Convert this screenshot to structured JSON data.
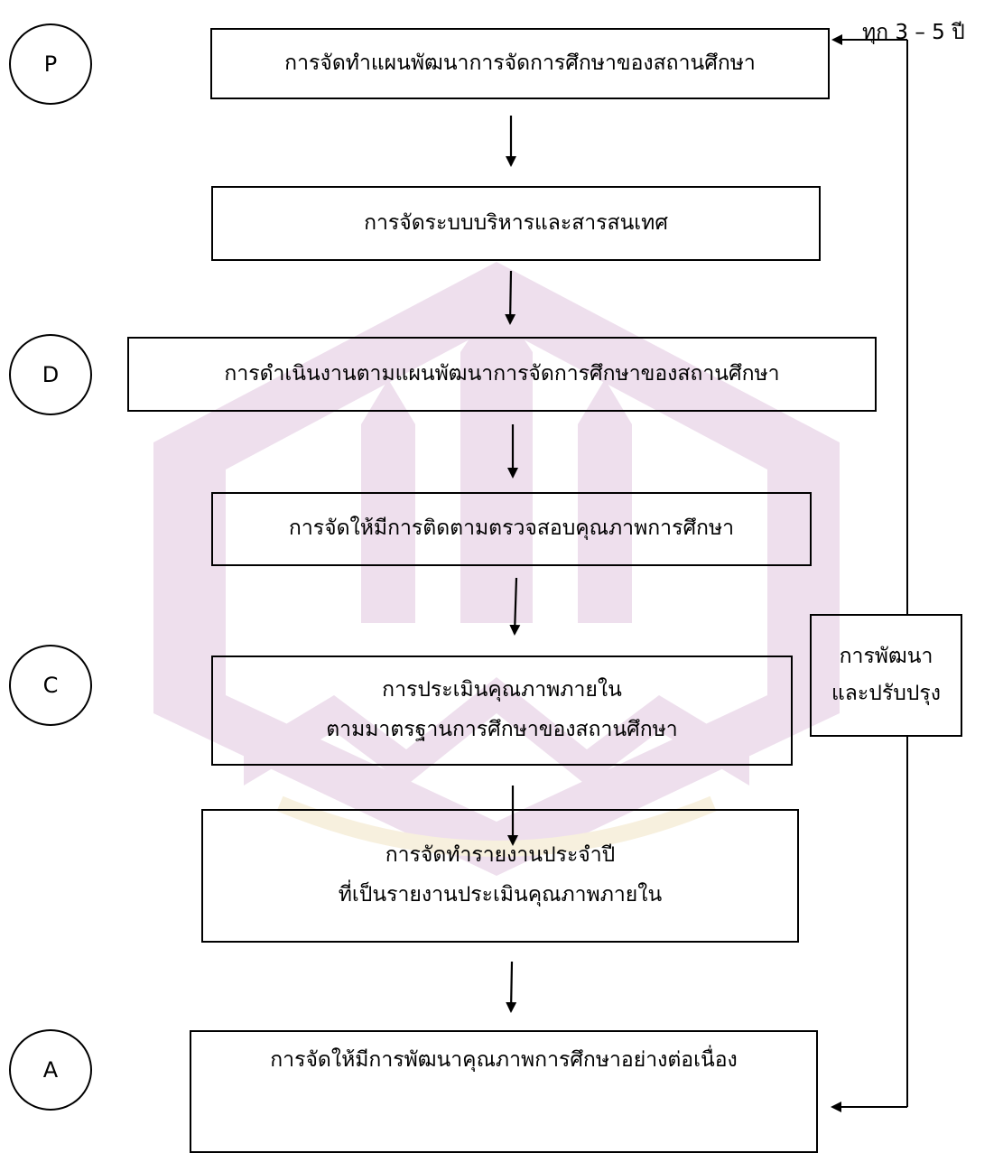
{
  "phases": [
    "P",
    "D",
    "C",
    "A"
  ],
  "boxes": [
    {
      "lines": [
        "การจัดทำแผนพัฒนาการจัดการศึกษาของสถานศึกษา"
      ]
    },
    {
      "lines": [
        "การจัดระบบบริหารและสารสนเทศ"
      ]
    },
    {
      "lines": [
        "การดำเนินงานตามแผนพัฒนาการจัดการศึกษาของสถานศึกษา"
      ]
    },
    {
      "lines": [
        "การจัดให้มีการติดตามตรวจสอบคุณภาพการศึกษา"
      ]
    },
    {
      "lines": [
        "การประเมินคุณภาพภายใน",
        "ตามมาตรฐานการศึกษาของสถานศึกษา"
      ]
    },
    {
      "lines": [
        "การจัดทำรายงานประจำปี",
        "ที่เป็นรายงานประเมินคุณภาพภายใน"
      ]
    },
    {
      "lines": [
        "การจัดให้มีการพัฒนาคุณภาพการศึกษาอย่างต่อเนื่อง"
      ]
    }
  ],
  "feedback": {
    "lines": [
      "การพัฒนา",
      "และปรับปรุง"
    ]
  },
  "cycle_label": "ทุก 3 – 5  ปี",
  "colors": {
    "watermark": "#9b3d97",
    "watermark_accent": "#d4a437"
  }
}
